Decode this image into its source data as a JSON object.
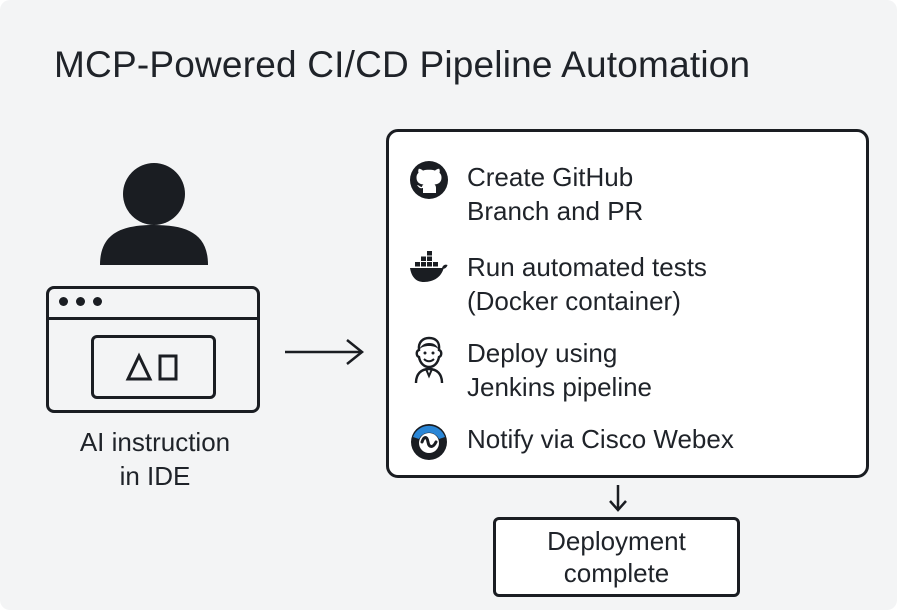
{
  "title": "MCP-Powered CI/CD Pipeline Automation",
  "user": {
    "icon": "user-icon"
  },
  "ide": {
    "icon": "ide-window-icon",
    "glyph": "Δ▯",
    "label_line1": "AI instruction",
    "label_line2": "in IDE"
  },
  "steps": [
    {
      "icon": "github-icon",
      "line1": "Create GitHub",
      "line2": "Branch and PR"
    },
    {
      "icon": "docker-icon",
      "line1": "Run automated tests",
      "line2": "(Docker container)"
    },
    {
      "icon": "jenkins-icon",
      "line1": "Deploy using",
      "line2": "Jenkins pipeline"
    },
    {
      "icon": "webex-icon",
      "line1": "Notify via Cisco Webex",
      "line2": ""
    }
  ],
  "result": {
    "line1": "Deployment",
    "line2": "complete"
  },
  "colors": {
    "ink": "#1a1d22",
    "background": "#f3f4f5",
    "panel": "#ffffff",
    "webex_blue": "#2a86d6"
  }
}
